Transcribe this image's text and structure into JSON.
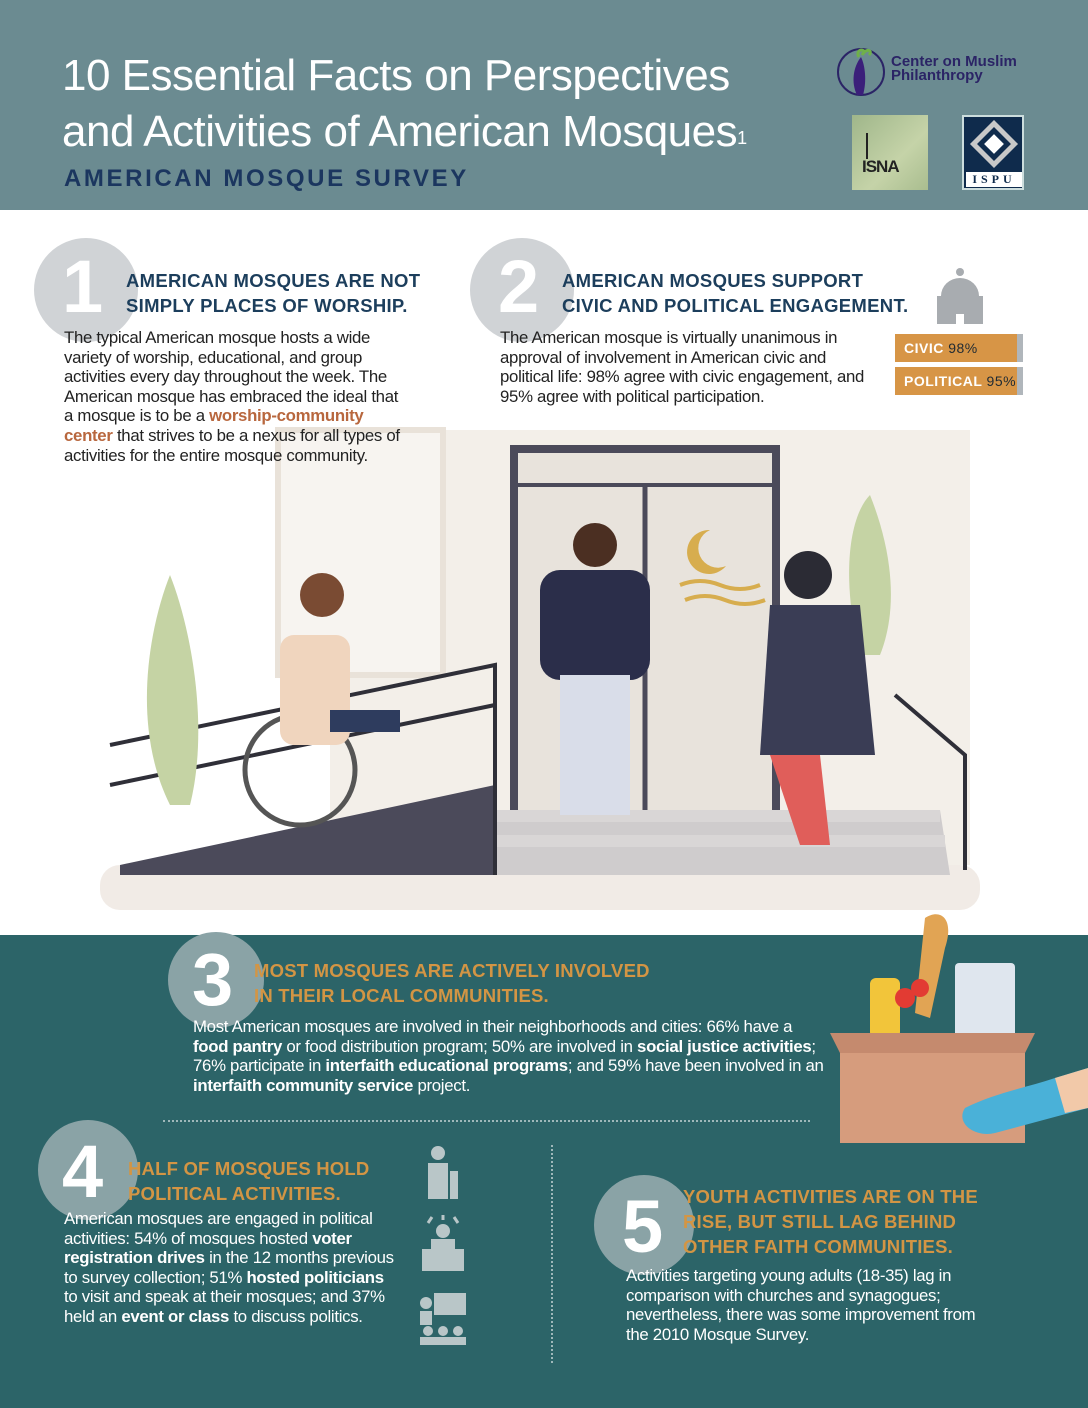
{
  "header": {
    "title_line1": "10 Essential Facts on Perspectives",
    "title_line2": "and Activities of American Mosques",
    "title_footnote": "1",
    "subtitle": "AMERICAN MOSQUE SURVEY",
    "logos": {
      "cmp": "Center on Muslim Philanthropy",
      "cmp_line1": "Center on Muslim",
      "cmp_line2": "Philanthropy",
      "isna": "ISNA",
      "ispu": "ISPU"
    }
  },
  "fact1": {
    "number": "1",
    "heading_line1": "AMERICAN MOSQUES ARE NOT",
    "heading_line2": "SIMPLY PLACES OF WORSHIP.",
    "body_before": "The typical American mosque hosts a wide variety of worship, educational, and group activities every day throughout the week. The American mosque has embraced the ideal that a mosque is to be a ",
    "body_highlight": "worship-community center",
    "body_after": " that strives to be a nexus for all types of activities for the entire mosque community."
  },
  "fact2": {
    "number": "2",
    "heading_line1": "AMERICAN MOSQUES SUPPORT",
    "heading_line2": "CIVIC AND POLITICAL ENGAGEMENT.",
    "body": "The American mosque is virtually unanimous in approval of involvement in American civic and political life: 98% agree with civic engagement, and 95% agree with political participation.",
    "bars": [
      {
        "label": "CIVIC",
        "value": "98%",
        "percent": 98
      },
      {
        "label": "POLITICAL",
        "value": "95%",
        "percent": 95
      }
    ]
  },
  "fact3": {
    "number": "3",
    "heading_line1": "MOST MOSQUES ARE ACTIVELY INVOLVED",
    "heading_line2": "IN THEIR LOCAL COMMUNITIES.",
    "segments": [
      {
        "t": "Most American mosques are involved in their neighborhoods and cities: 66% have a "
      },
      {
        "t": "food pantry",
        "b": true
      },
      {
        "t": " or food distribution program; 50% are involved in "
      },
      {
        "t": "social justice activities",
        "b": true
      },
      {
        "t": "; 76% participate in "
      },
      {
        "t": "interfaith educational programs",
        "b": true
      },
      {
        "t": "; and 59% have been involved in an "
      },
      {
        "t": "interfaith community service",
        "b": true
      },
      {
        "t": " project."
      }
    ]
  },
  "fact4": {
    "number": "4",
    "heading_line1": "HALF OF MOSQUES HOLD",
    "heading_line2": "POLITICAL ACTIVITIES.",
    "segments": [
      {
        "t": "American mosques are engaged in political activities: 54% of mosques hosted "
      },
      {
        "t": "voter registration drives",
        "b": true
      },
      {
        "t": " in the 12 months previous to survey collection; 51% "
      },
      {
        "t": "hosted politicians",
        "b": true
      },
      {
        "t": " to visit and speak at their mosques; and 37% held an "
      },
      {
        "t": "event or class",
        "b": true
      },
      {
        "t": " to discuss politics."
      }
    ]
  },
  "fact5": {
    "number": "5",
    "heading_line1": "YOUTH ACTIVITIES ARE ON THE",
    "heading_line2": "RISE, BUT STILL LAG BEHIND",
    "heading_line3": "OTHER FAITH COMMUNITIES.",
    "body": "Activities targeting young adults (18-35) lag in comparison with churches and synagogues; nevertheless, there was some improvement from the 2010 Mosque Survey."
  },
  "colors": {
    "header": "#6b8b91",
    "navy": "#1b365f",
    "teal": "#2c6468",
    "orange": "#d39544",
    "accent": "#b8673e"
  }
}
